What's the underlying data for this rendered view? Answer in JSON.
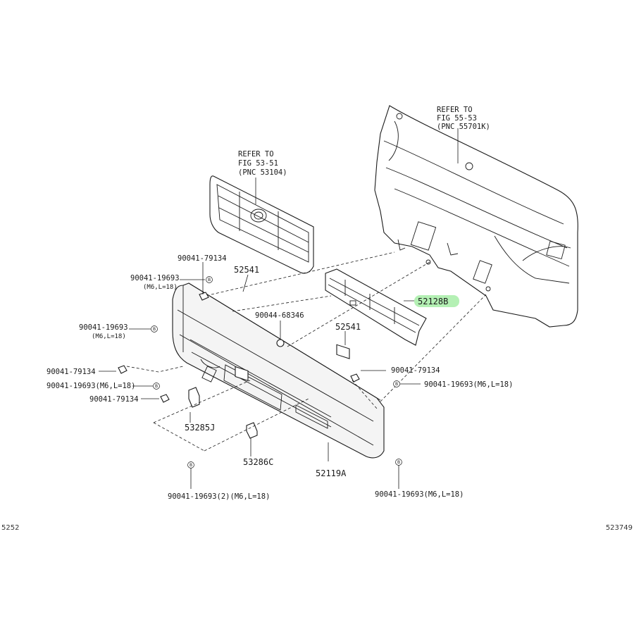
{
  "references": [
    {
      "id": "ref-hood",
      "lines": [
        "REFER TO",
        "FIG 55-53",
        "(PNC 55701K)"
      ]
    },
    {
      "id": "ref-grille",
      "lines": [
        "REFER TO",
        "FIG 53-51",
        "(PNC 53104)"
      ]
    }
  ],
  "labels": {
    "p52128b": "52128B",
    "p52541_top": "52541",
    "p52541_mid": "52541",
    "p90044": "90044-68346",
    "p90041_79134_top": "90041-79134",
    "p90041_19693_a": "90041-19693",
    "p90041_19693_a_sub": "(M6,L=18)",
    "p90041_19693_b": "90041-19693",
    "p90041_19693_b_sub": "(M6,L=18)",
    "p90041_79134_left": "90041-79134",
    "p90041_19693_c": "90041-19693(M6,L=18)",
    "p90041_79134_low": "90041-79134",
    "p53285j": "53285J",
    "p53286c": "53286C",
    "p52119a": "52119A",
    "p90041_19693_2": "90041-19693(2)(M6,L=18)",
    "p90041_79134_right": "90041-79134",
    "p90041_19693_right": "90041-19693(M6,L=18)",
    "p90041_19693_bottom_right": "90041-19693(M6,L=18)",
    "bolt_marker": "B"
  },
  "corners": {
    "left": "5252",
    "right": "523749"
  },
  "colors": {
    "highlight": "#b4f0b4",
    "line": "#1a1a1a"
  }
}
